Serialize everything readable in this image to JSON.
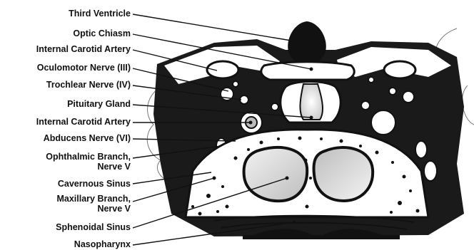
{
  "labels": [
    {
      "text": "Third Ventricle"
    },
    {
      "text": "Optic Chiasm"
    },
    {
      "text": "Internal Carotid Artery"
    },
    {
      "text": "Oculomotor Nerve (III)"
    },
    {
      "text": "Trochlear Nerve (IV)"
    },
    {
      "text": "Pituitary Gland"
    },
    {
      "text": "Internal Carotid Artery"
    },
    {
      "text": "Abducens Nerve (VI)"
    },
    {
      "text": "Ophthalmic Branch,",
      "line2": "Nerve V"
    },
    {
      "text": "Cavernous Sinus"
    },
    {
      "text": "Maxillary Branch,",
      "line2": "Nerve V"
    },
    {
      "text": "Sphenoidal Sinus"
    },
    {
      "text": "Nasopharynx"
    }
  ],
  "colors": {
    "ink": "#111111",
    "paper": "#ffffff",
    "sinus_fill": "#d9d9d9"
  }
}
